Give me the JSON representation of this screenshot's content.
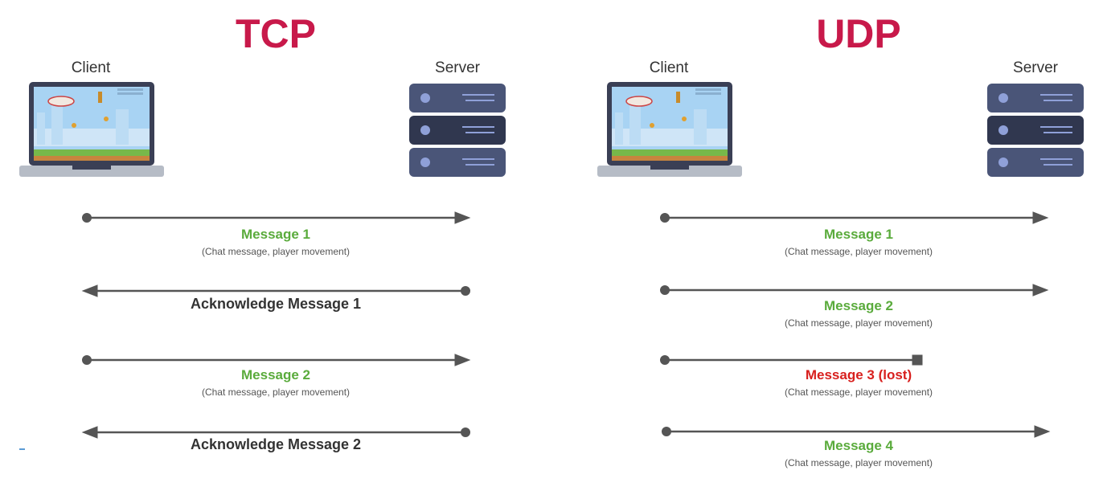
{
  "colors": {
    "title": "#c8194a",
    "green": "#5aab3c",
    "red": "#d8201e",
    "line": "#555555",
    "server": "#4a5578",
    "server_dark": "#30374f"
  },
  "tcp": {
    "title": "TCP",
    "client_label": "Client",
    "server_label": "Server",
    "messages": [
      {
        "kind": "msg",
        "title": "Message 1",
        "sub": "(Chat message, player movement)"
      },
      {
        "kind": "ack",
        "title": "Acknowledge Message 1"
      },
      {
        "kind": "msg",
        "title": "Message 2",
        "sub": "(Chat message, player movement)"
      },
      {
        "kind": "ack",
        "title": "Acknowledge Message 2"
      }
    ]
  },
  "udp": {
    "title": "UDP",
    "client_label": "Client",
    "server_label": "Server",
    "messages": [
      {
        "kind": "msg",
        "title": "Message 1",
        "sub": "(Chat message, player movement)"
      },
      {
        "kind": "msg",
        "title": "Message 2",
        "sub": "(Chat message, player movement)"
      },
      {
        "kind": "lost",
        "title": "Message 3 (lost)",
        "sub": "(Chat message, player movement)"
      },
      {
        "kind": "msg",
        "title": "Message 4",
        "sub": "(Chat message, player movement)"
      }
    ]
  },
  "icons": {
    "client": "laptop-icon",
    "server": "server-rack-icon"
  }
}
